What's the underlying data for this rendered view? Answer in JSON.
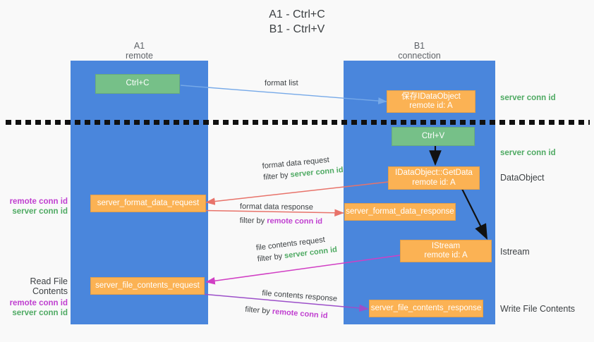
{
  "title": "A1 - Ctrl+C\nB1 - Ctrl+V",
  "colors": {
    "lane": "#4a86dc",
    "green_box": "#76c088",
    "orange_box": "#fbb254",
    "server_conn_id": "#4faa63",
    "remote_conn_id": "#c03fd0",
    "background": "#f9f9f9",
    "text": "#3c4043"
  },
  "columns": {
    "left": {
      "header": "A1\nremote"
    },
    "right": {
      "header": "B1\nconnection"
    }
  },
  "nodes": {
    "ctrl_c": {
      "label": "Ctrl+C"
    },
    "save_idataobject": {
      "label": "保存IDataObject\nremote id: A"
    },
    "ctrl_v": {
      "label": "Ctrl+V"
    },
    "getdata": {
      "label": "IDataObject::GetData\nremote id: A"
    },
    "server_format_data_request": {
      "label": "server_format_data_request"
    },
    "server_format_data_response": {
      "label": "server_format_data_response"
    },
    "istream": {
      "label": "IStream\nremote id: A"
    },
    "server_file_contents_request": {
      "label": "server_file_contents_request"
    },
    "server_file_contents_response": {
      "label": "server_file_contents_response"
    }
  },
  "edges": {
    "format_list": {
      "label": "format list"
    },
    "format_data_request": {
      "line1": "format data request",
      "line2_prefix": "filter by ",
      "line2_key": "server conn id"
    },
    "format_data_response": {
      "line1": "format data response",
      "line2_prefix": "filter by ",
      "line2_key": "remote conn id"
    },
    "file_contents_request": {
      "line1": "file contents request",
      "line2_prefix": "filter by ",
      "line2_key": "server conn id"
    },
    "file_contents_response": {
      "line1": "file contents response",
      "line2_prefix": "filter by ",
      "line2_key": "remote conn id"
    }
  },
  "annotations": {
    "right_server_conn_id_top": "server conn id",
    "right_server_conn_id_mid": "server conn id",
    "right_dataobject": "DataObject",
    "right_istream": "Istream",
    "right_write_file_contents": "Write File Contents",
    "left_format_remote": "remote conn id",
    "left_format_server": "server conn id",
    "left_read_file_contents": "Read File Contents",
    "left_file_remote": "remote conn id",
    "left_file_server": "server conn id"
  }
}
